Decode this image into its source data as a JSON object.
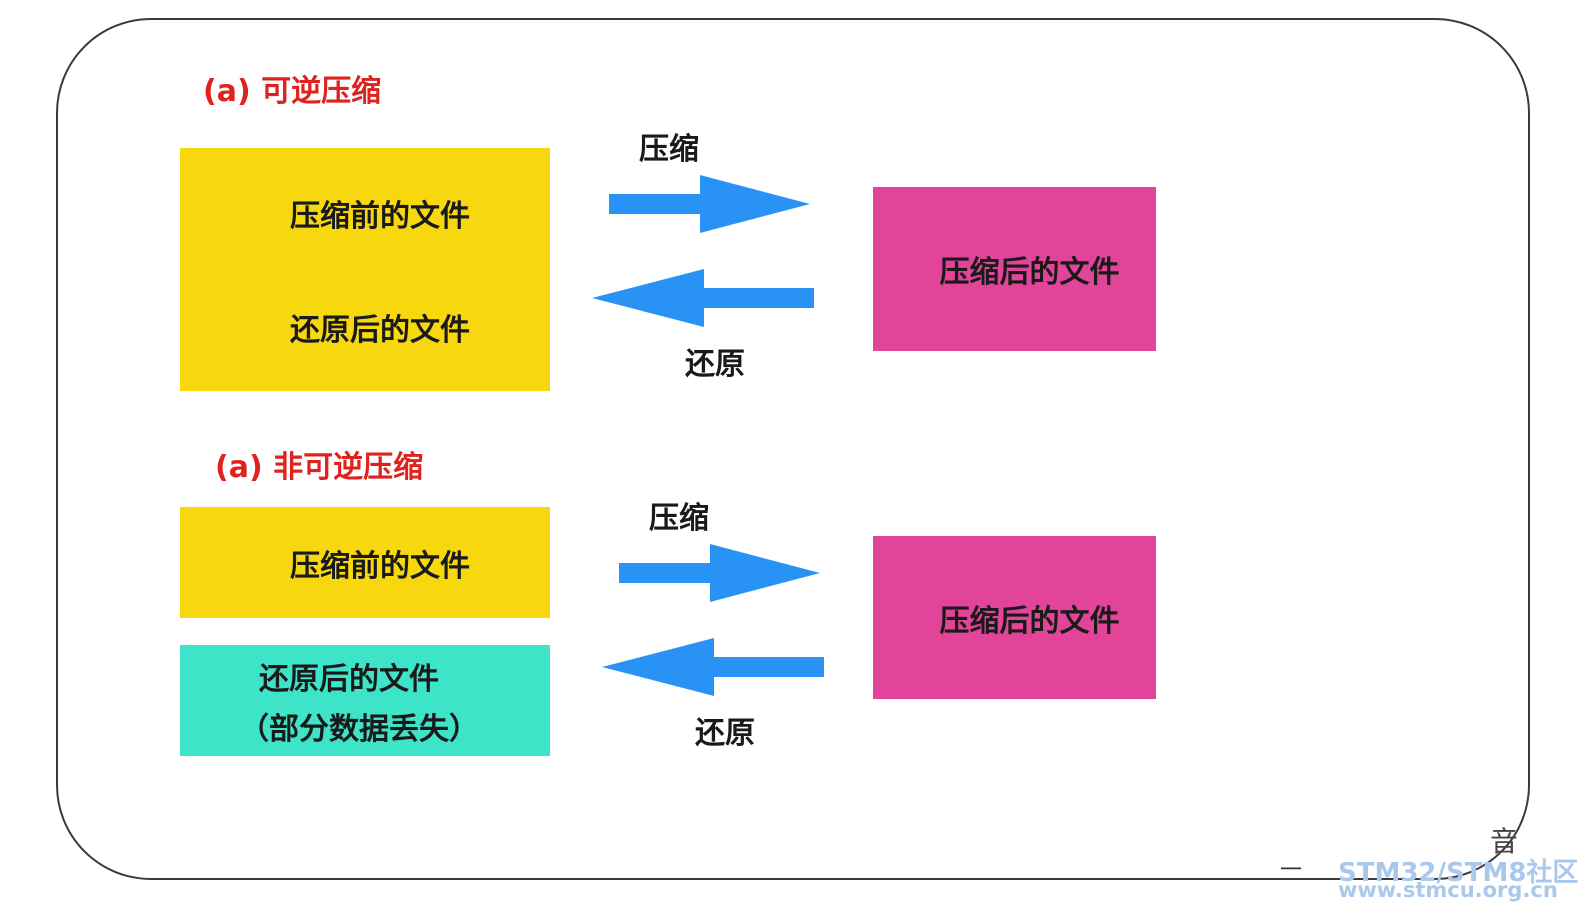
{
  "colors": {
    "title_red": "#e0221f",
    "yellow": "#f7d80f",
    "magenta": "#e2449a",
    "teal": "#3de4c8",
    "arrow_blue": "#2893f4"
  },
  "section_a": {
    "title": "(a) 可逆压缩",
    "left_box": {
      "line1": "压缩前的文件",
      "line2": "还原后的文件"
    },
    "right_box": "压缩后的文件",
    "compress_label": "压缩",
    "restore_label": "还原"
  },
  "section_b": {
    "title": "(a) 非可逆压缩",
    "top_left_box": "压缩前的文件",
    "bottom_left_box": {
      "line1": "还原后的文件",
      "line2": "（部分数据丢失）"
    },
    "right_box": "压缩后的文件",
    "compress_label": "压缩",
    "restore_label": "还原"
  },
  "watermark": {
    "line1": "STM32/STM8社区",
    "line2": "www.stmcu.org.cn",
    "mark": "一",
    "glyph": "音"
  }
}
